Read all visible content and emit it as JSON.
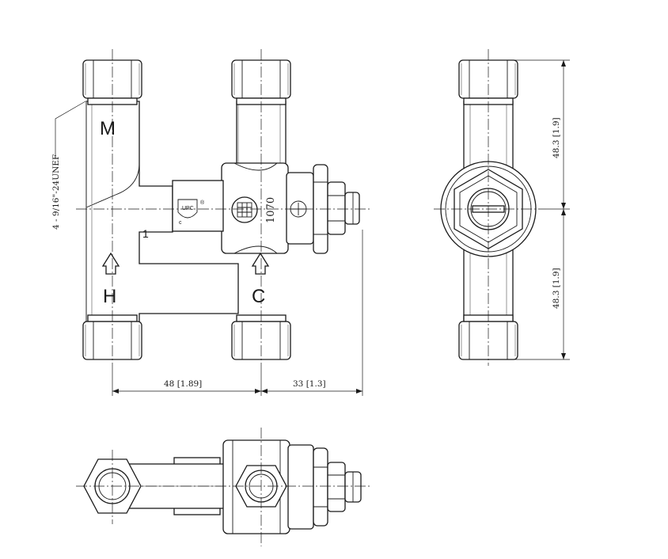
{
  "ports": {
    "mixed": "M",
    "hot": "H",
    "cold": "C"
  },
  "body_marks": {
    "index": "1",
    "model": "1070",
    "logo_registered": "®",
    "logo_c": "c"
  },
  "thread_callout": "4 - 9/16\"-24UNEF",
  "dimensions": {
    "port_spacing": "48 [1.89]",
    "stem_projection": "33 [1.3]",
    "upper_height": "48.3 [1.9]",
    "lower_height": "48.3 [1.9]"
  }
}
